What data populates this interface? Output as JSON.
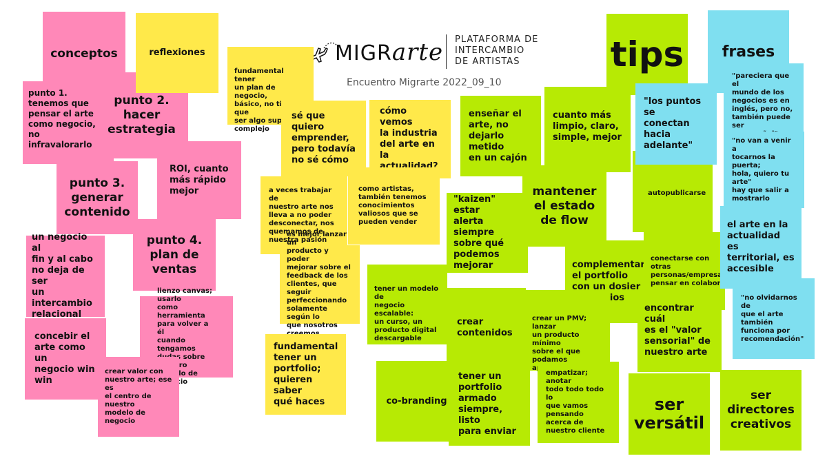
{
  "header": {
    "brand": "MIGR",
    "brand_script": "arte",
    "tagline": "PLATAFORMA DE\nINTERCAMBIO\nDE ARTISTAS",
    "subtitle": "Encuentro Migrarte 2022_09_10"
  },
  "colors": {
    "pink": "#ff88b8",
    "yellow": "#ffe94a",
    "green": "#b7ea04",
    "blue": "#7fdff0"
  },
  "notes": {
    "conceptos": "conceptos",
    "reflexiones": "reflexiones",
    "punto1": "punto 1.\ntenemos que\npensar el arte\ncomo negocio,\nno\ninfravalorarlo",
    "punto2": "punto 2.\nhacer\nestrategia",
    "roi": "ROI, cuanto\nmás rápido\nmejor",
    "punto3": "punto 3.\ngenerar\ncontenido",
    "negocio_fin": "un negocio al\nfin y al cabo\nno deja de ser\nun\nintercambio\nrelacional",
    "punto4": "punto 4.\nplan de\nventas",
    "concebir": "concebir el\narte como un\nnegocio win\nwin",
    "lienzo": "lienzo canvas; usarlo\ncomo herramienta\npara volver a él\ncuando tengamos\ndudas sobre nuestro\nmodelo de negocio",
    "crear_valor": "crear valor con\nnuestro arte; ese es\nel centro de nuestro\nmodelo de negocio",
    "fundamental_plan": "fundamental tener\nun plan de negocio,\nbásico, no tiene que\nser algo super\ncomplejo",
    "se_que_quiero": "sé que quiero\nemprender,\npero todavía\nno sé cómo",
    "como_vemos": "cómo vemos\nla industria\ndel arte en la\nactualidad?",
    "a_veces": "a veces trabajar de\nnuestro arte nos\nlleva a no poder\ndesconectar, nos\nquemamos de\nnuestra pasión",
    "como_artistas": "como artistas,\ntambién tenemos\nconocimientos\nvaliosos que se\npueden vender",
    "es_mejor": "es mejor lanzar un\nproducto y poder\nmejorar sobre el\nfeedback de los\nclientes, que seguir\nperfeccionando\nsolamente según lo\nque nosotros\ncreemos",
    "fundamental_portfolio": "fundamental\ntener un\nportfolio;\nquieren saber\nqué haces",
    "tips": "tips",
    "frases": "frases",
    "ensenar": "enseñar el\narte, no\ndejarlo metido\nen un cajón",
    "cuanto_mas": "cuanto más\nlimpio, claro,\nsimple, mejor",
    "los_puntos": "\"los puntos se\nconectan\nhacia\nadelante\"",
    "pareciera": "\"pareciera que el\nmundo de los\nnegocios es en\ninglés, pero no,\ntambién puede ser\nen español\"",
    "mantener": "mantener\nel estado\nde flow",
    "autopublicarse": "autopublicarse",
    "no_van": "\"no van a venir a\ntocarnos la puerta;\nhola, quiero tu arte\"\nhay que salir a\nmostrarlo",
    "kaizen": "\"kaizen\" estar\nalerta siempre\nsobre qué\npodemos\nmejorar",
    "el_arte_actualidad": "el arte en la\nactualidad es\nterritorial, es\naccesible",
    "complementar": "complementar\nel portfolio\ncon un dosier\nde precios",
    "conectarse": "conectarse con\notras\npersonas/empresas,\npensar en colaborar",
    "modelo_escalable": "tener un modelo de\nnegocio escalable:\nun curso, un\nproducto digital\ndescargable",
    "no_olvidarnos": "\"no olvidarnos de\nque el arte también\nfunciona por\nrecomendación\"",
    "crear_contenidos": "crear\ncontenidos",
    "pmv": "crear un PMV; lanzar\nun producto mínimo\nsobre el que\npodamos aprender",
    "encontrar": "encontrar cuál\nes el \"valor\nsensorial\" de\nnuestro arte",
    "co_branding": "co-branding",
    "tener_portfolio": "tener un\nportfolio\narmado\nsiempre, listo\npara enviar",
    "empatizar": "empatizar; anotar\ntodo todo todo lo\nque vamos\npensando acerca de\nnuestro cliente",
    "ser_versatil": "ser\nversátil",
    "ser_directores": "ser\ndirectores\ncreativos"
  }
}
